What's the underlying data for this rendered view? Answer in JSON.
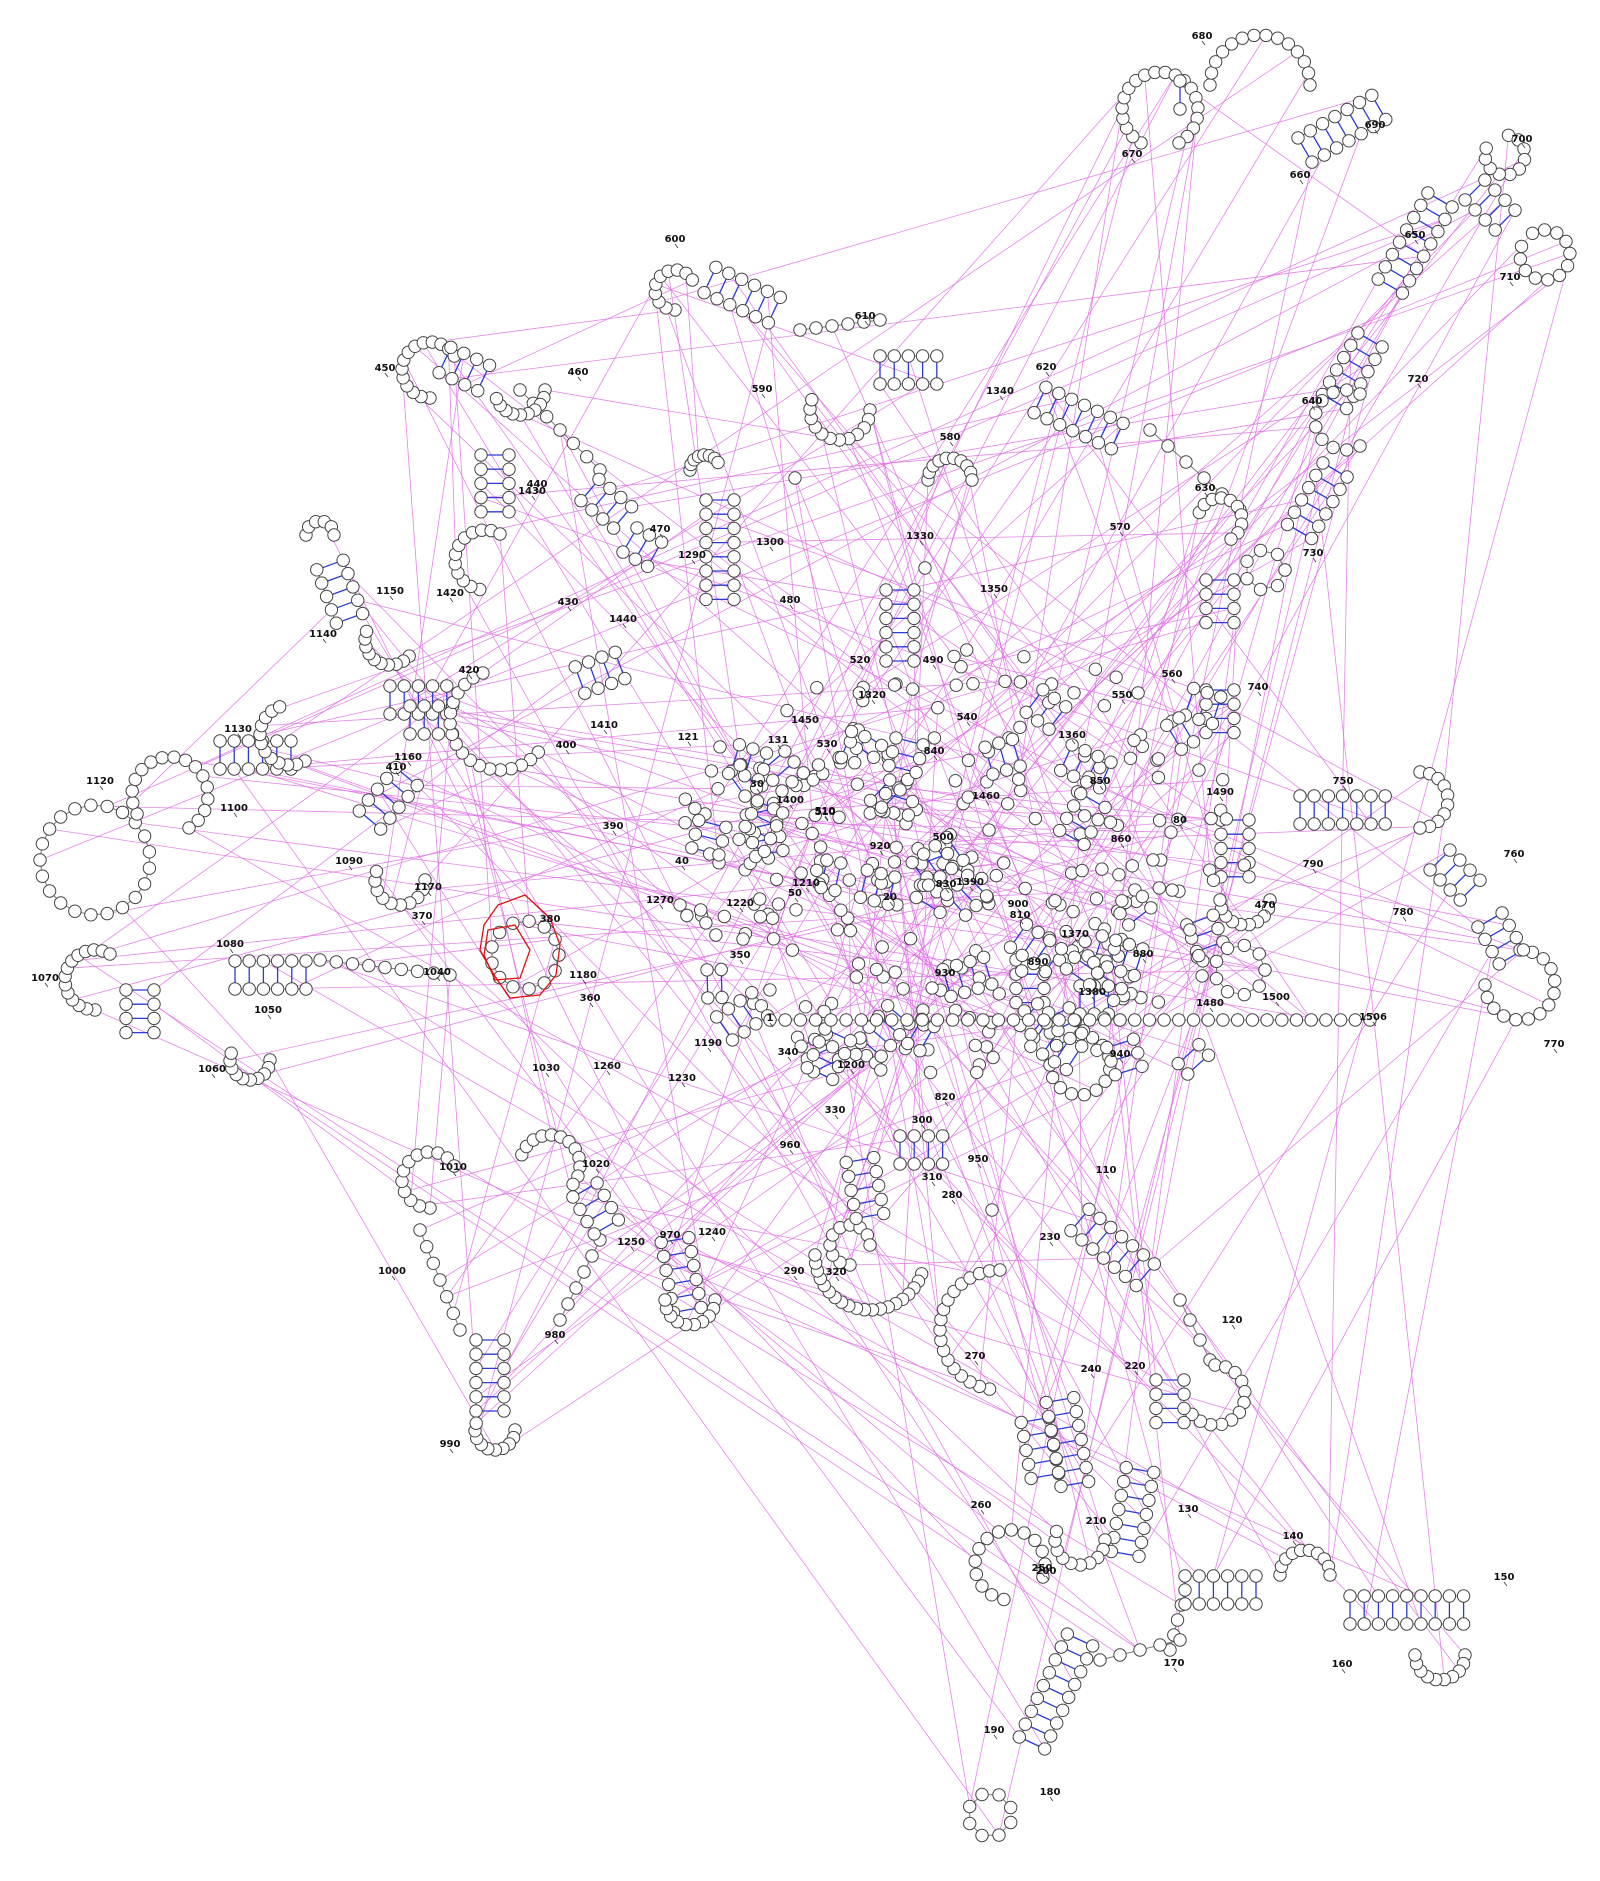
{
  "diagram": {
    "sequence_length": "1506",
    "colors": {
      "backbone": "#777777",
      "base_pair": "#2b3ad6",
      "tertiary": "#e070e6",
      "nucleotide_fill": "#ffffff",
      "nucleotide_stroke": "#444444",
      "highlight": "#e01010"
    },
    "position_labels": [
      "680",
      "670",
      "690",
      "700",
      "660",
      "650",
      "710",
      "600",
      "610",
      "590",
      "620",
      "580",
      "1340",
      "720",
      "640",
      "450",
      "460",
      "440",
      "1430",
      "470",
      "1300",
      "1330",
      "630",
      "570",
      "730",
      "1290",
      "1350",
      "1420",
      "430",
      "1440",
      "480",
      "1150",
      "1140",
      "520",
      "490",
      "560",
      "740",
      "420",
      "550",
      "1320",
      "540",
      "510",
      "1360",
      "1410",
      "1160",
      "400",
      "410",
      "1130",
      "121",
      "131",
      "1450",
      "530",
      "840",
      "850",
      "1490",
      "750",
      "1120",
      "1100",
      "30",
      "1400",
      "1460",
      "510",
      "80",
      "860",
      "390",
      "1090",
      "40",
      "920",
      "500",
      "1210",
      "760",
      "790",
      "1170",
      "50",
      "370",
      "1270",
      "1220",
      "380",
      "20",
      "830",
      "1390",
      "900",
      "470",
      "810",
      "780",
      "1080",
      "1070",
      "1180",
      "350",
      "930",
      "1370",
      "890",
      "880",
      "1040",
      "1050",
      "360",
      "1380",
      "1480",
      "1500",
      "770",
      "1",
      "1506",
      "1060",
      "1030",
      "1190",
      "340",
      "1260",
      "1200",
      "940",
      "1230",
      "820",
      "330",
      "960",
      "300",
      "1010",
      "950",
      "1020",
      "310",
      "110",
      "280",
      "1250",
      "970",
      "1240",
      "230",
      "1000",
      "290",
      "320",
      "980",
      "120",
      "270",
      "240",
      "220",
      "990",
      "130",
      "260",
      "210",
      "250",
      "200",
      "140",
      "150",
      "170",
      "160",
      "190",
      "180"
    ]
  }
}
